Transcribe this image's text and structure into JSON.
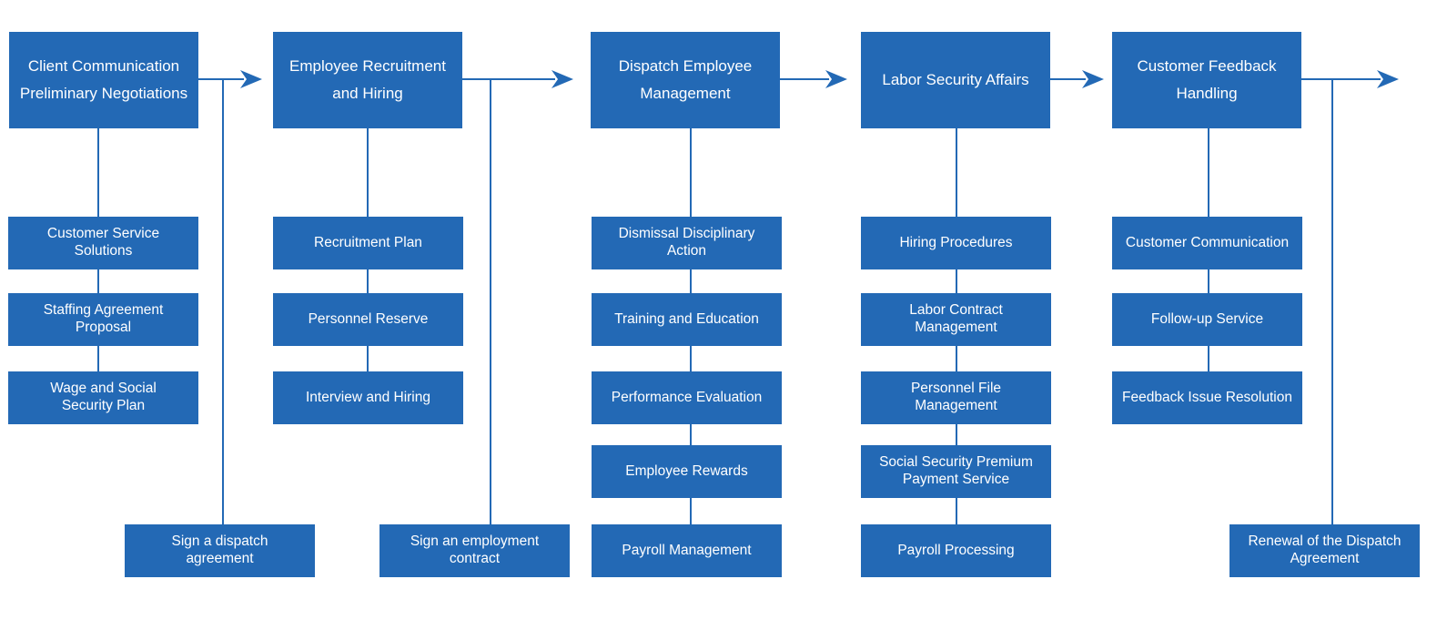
{
  "stages": [
    {
      "title": "Client Communication\nPreliminary Negotiations",
      "tasks": [
        "Customer Service\nSolutions",
        "Staffing Agreement\nProposal",
        "Wage and Social\nSecurity Plan"
      ],
      "branch": "Sign a dispatch\nagreement"
    },
    {
      "title": "Employee Recruitment\nand Hiring",
      "tasks": [
        "Recruitment Plan",
        "Personnel Reserve",
        "Interview and Hiring"
      ],
      "branch": "Sign an employment\ncontract"
    },
    {
      "title": "Dispatch Employee\nManagement",
      "tasks": [
        "Dismissal Disciplinary\nAction",
        "Training and Education",
        "Performance Evaluation",
        "Employee Rewards",
        "Payroll Management"
      ]
    },
    {
      "title": "Labor Security Affairs",
      "tasks": [
        "Hiring Procedures",
        "Labor Contract\nManagement",
        "Personnel File\nManagement",
        "Social Security Premium\nPayment Service",
        "Payroll Processing"
      ]
    },
    {
      "title": "Customer Feedback\nHandling",
      "tasks": [
        "Customer Communication",
        "Follow-up Service",
        "Feedback Issue Resolution"
      ],
      "branch": "Renewal of the Dispatch\nAgreement"
    }
  ],
  "colors": {
    "box": "#2369b5",
    "line": "#2369b5",
    "text": "#ffffff"
  }
}
